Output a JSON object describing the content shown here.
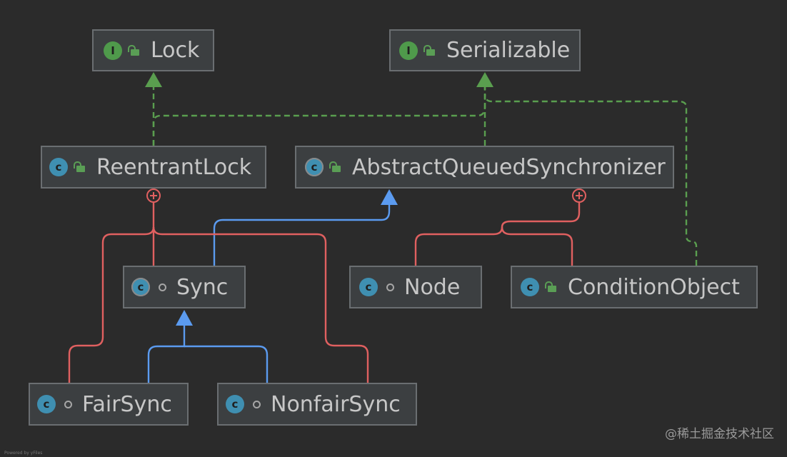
{
  "nodes": {
    "lock": {
      "name": "Lock",
      "kind": "I"
    },
    "serializable": {
      "name": "Serializable",
      "kind": "I"
    },
    "reentrant_lock": {
      "name": "ReentrantLock",
      "kind": "C"
    },
    "aqs": {
      "name": "AbstractQueuedSynchronizer",
      "kind": "C"
    },
    "sync": {
      "name": "Sync",
      "kind": "C"
    },
    "node": {
      "name": "Node",
      "kind": "C"
    },
    "condition_object": {
      "name": "ConditionObject",
      "kind": "C"
    },
    "fair_sync": {
      "name": "FairSync",
      "kind": "C"
    },
    "nonfair_sync": {
      "name": "NonfairSync",
      "kind": "C"
    }
  },
  "colors": {
    "background": "#2b2b2b",
    "implements": "#5a9e4f",
    "extends": "#5b9bf0",
    "inner_class": "#e06060"
  },
  "relations": [
    {
      "from": "reentrant_lock",
      "to": "lock",
      "type": "implements"
    },
    {
      "from": "reentrant_lock",
      "to": "serializable",
      "type": "implements"
    },
    {
      "from": "aqs",
      "to": "serializable",
      "type": "implements"
    },
    {
      "from": "condition_object",
      "to": "serializable",
      "type": "implements"
    },
    {
      "from": "sync",
      "to": "aqs",
      "type": "extends"
    },
    {
      "from": "fair_sync",
      "to": "sync",
      "type": "extends"
    },
    {
      "from": "nonfair_sync",
      "to": "sync",
      "type": "extends"
    },
    {
      "from": "sync",
      "to": "reentrant_lock",
      "type": "inner"
    },
    {
      "from": "fair_sync",
      "to": "reentrant_lock",
      "type": "inner"
    },
    {
      "from": "nonfair_sync",
      "to": "reentrant_lock",
      "type": "inner"
    },
    {
      "from": "node",
      "to": "aqs",
      "type": "inner"
    },
    {
      "from": "condition_object",
      "to": "aqs",
      "type": "inner"
    }
  ],
  "watermark": "@稀土掘金技术社区",
  "footer_tiny": "Powered by yFiles"
}
